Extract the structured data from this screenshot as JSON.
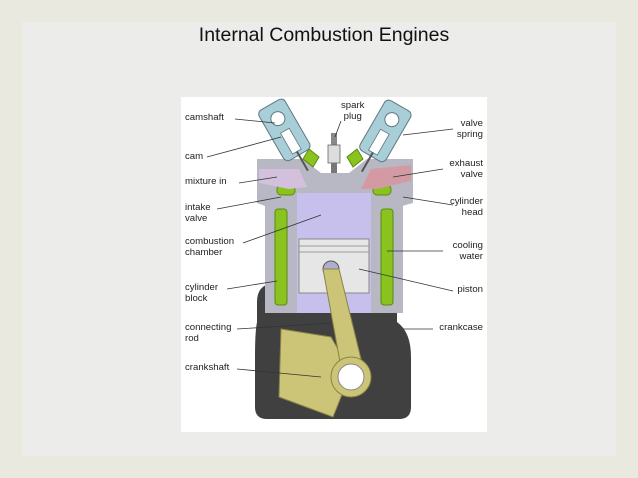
{
  "slide": {
    "title": "Internal Combustion Engines"
  },
  "diagram": {
    "labels": {
      "camshaft": "camshaft",
      "spark_plug": "spark\nplug",
      "valve_spring": "valve\nspring",
      "cam": "cam",
      "exhaust_valve": "exhaust\nvalve",
      "mixture_in": "mixture in",
      "cylinder_head": "cylinder\nhead",
      "intake_valve": "intake\nvalve",
      "combustion_chamber": "combustion\nchamber",
      "cooling_water": "cooling\nwater",
      "cylinder_block": "cylinder\nblock",
      "piston": "piston",
      "connecting_rod": "connecting\nrod",
      "crankcase": "crankcase",
      "crankshaft": "crankshaft"
    },
    "colors": {
      "cylinder_head": "#b8b8c4",
      "cooling_water": "#8ac21e",
      "combustion_chamber": "#c8c0ec",
      "mixture_in": "#d2c0dc",
      "exhaust": "#d49aa4",
      "crankcase": "#404040",
      "connecting_rod": "#ccc476",
      "valve_housing": "#a8ced8",
      "piston": "#e6e6e6"
    }
  }
}
